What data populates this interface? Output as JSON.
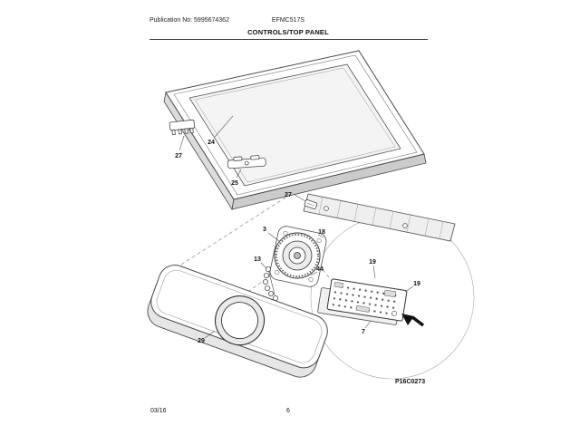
{
  "header": {
    "publication_no": "Publication No: 5995674362",
    "model": "EFMC517S",
    "section_title": "CONTROLS/TOP PANEL"
  },
  "diagram": {
    "code": "P16C0273",
    "callouts": [
      "27",
      "24",
      "25",
      "27",
      "3",
      "18",
      "13",
      "44",
      "19",
      "19",
      "7",
      "29"
    ]
  },
  "footer": {
    "date": "03/16",
    "page_number": "6"
  }
}
